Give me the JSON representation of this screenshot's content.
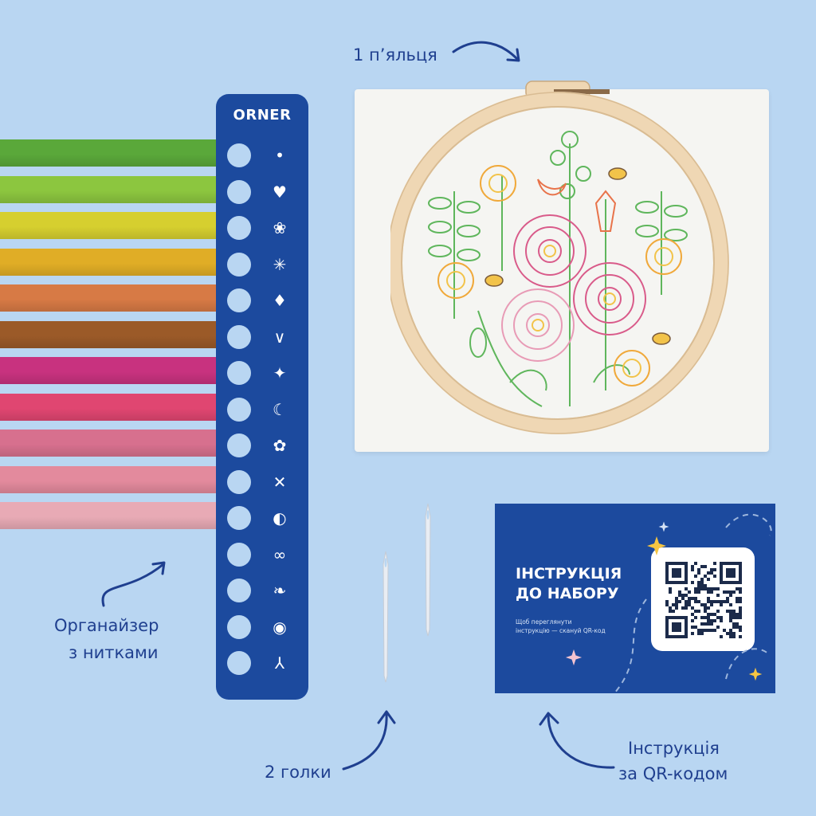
{
  "labels": {
    "hoop": "1 п’яльця",
    "organizer_line1": "Органайзер",
    "organizer_line2": "з нитками",
    "needles": "2 голки",
    "instruction_line1": "Інструкція",
    "instruction_line2": "за QR-кодом"
  },
  "organizer": {
    "brand": "ORNER",
    "symbol_icons": [
      "dot-icon",
      "heart-icon",
      "lotus-icon",
      "asterisk-icon",
      "diamond-icon",
      "chevron-v-icon",
      "sparkle-icon",
      "moon-icon",
      "flower-icon",
      "cross-icon",
      "half-circle-icon",
      "infinity-icon",
      "leaf-icon",
      "eye-icon",
      "trefoil-icon"
    ]
  },
  "threads": {
    "colors": [
      "#5aa83a",
      "#8cc63f",
      "#d6cf2f",
      "#e0ad26",
      "#d77a45",
      "#9b5a28",
      "#c8327f",
      "#e04671",
      "#d7708e",
      "#e38a9d",
      "#e8aab5"
    ]
  },
  "card": {
    "title_line1": "ІНСТРУКЦІЯ",
    "title_line2": "ДО НАБОРУ",
    "sub_line1": "Щоб переглянути",
    "sub_line2": "інструкцію — скануй QR-код"
  },
  "colors": {
    "background": "#b9d6f2",
    "brand_blue": "#1c4a9e",
    "label_text": "#1f3f8f",
    "hoop_wood": "#efd7b4"
  }
}
